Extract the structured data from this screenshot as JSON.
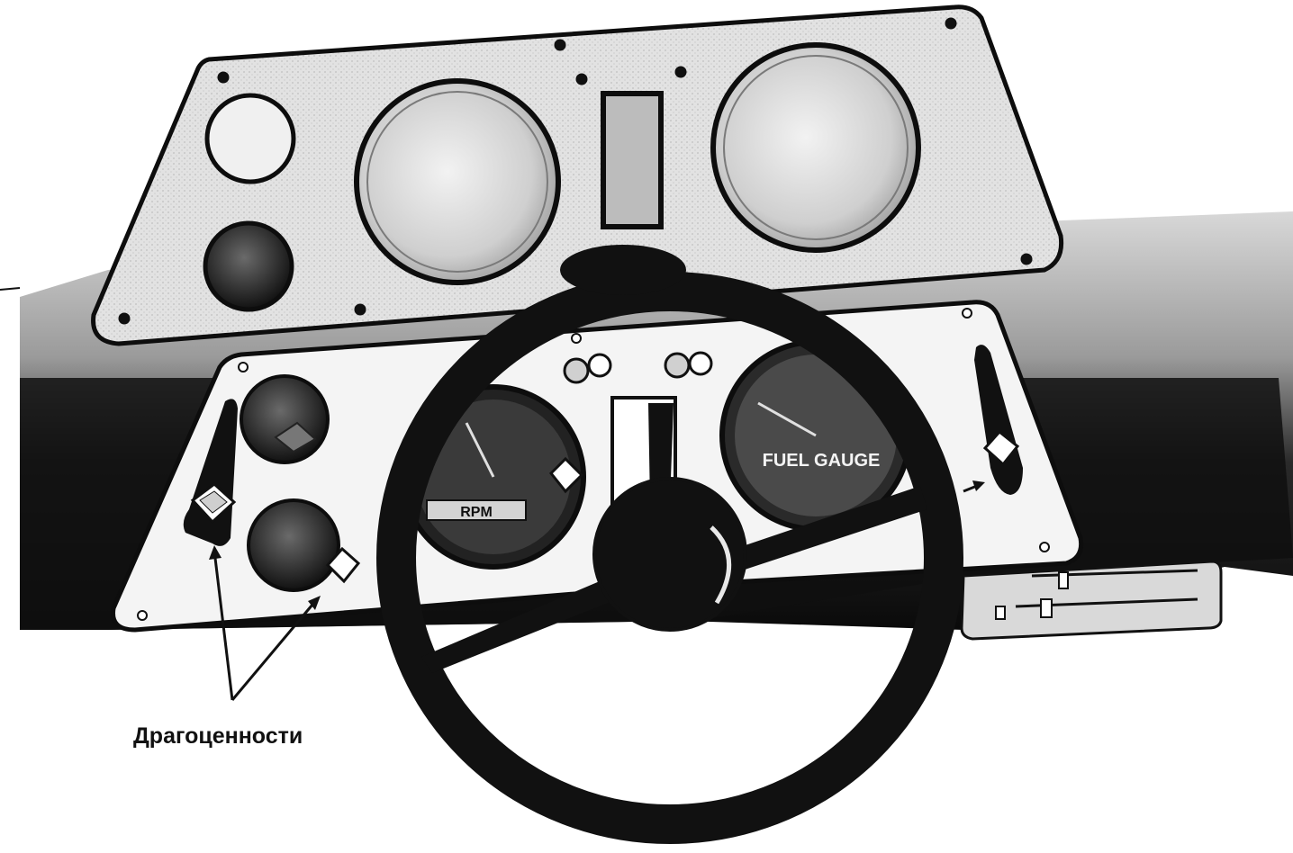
{
  "caption": "Драгоценности",
  "gauge_labels": {
    "center_left": "RPM",
    "center_right": "FUEL GAUGE"
  },
  "colors": {
    "ink": "#0d0d0d",
    "panel": "#e4e4e4",
    "panel_dark": "#bdbdbd",
    "shadow": "#1a1a1a",
    "background": "#ffffff"
  }
}
